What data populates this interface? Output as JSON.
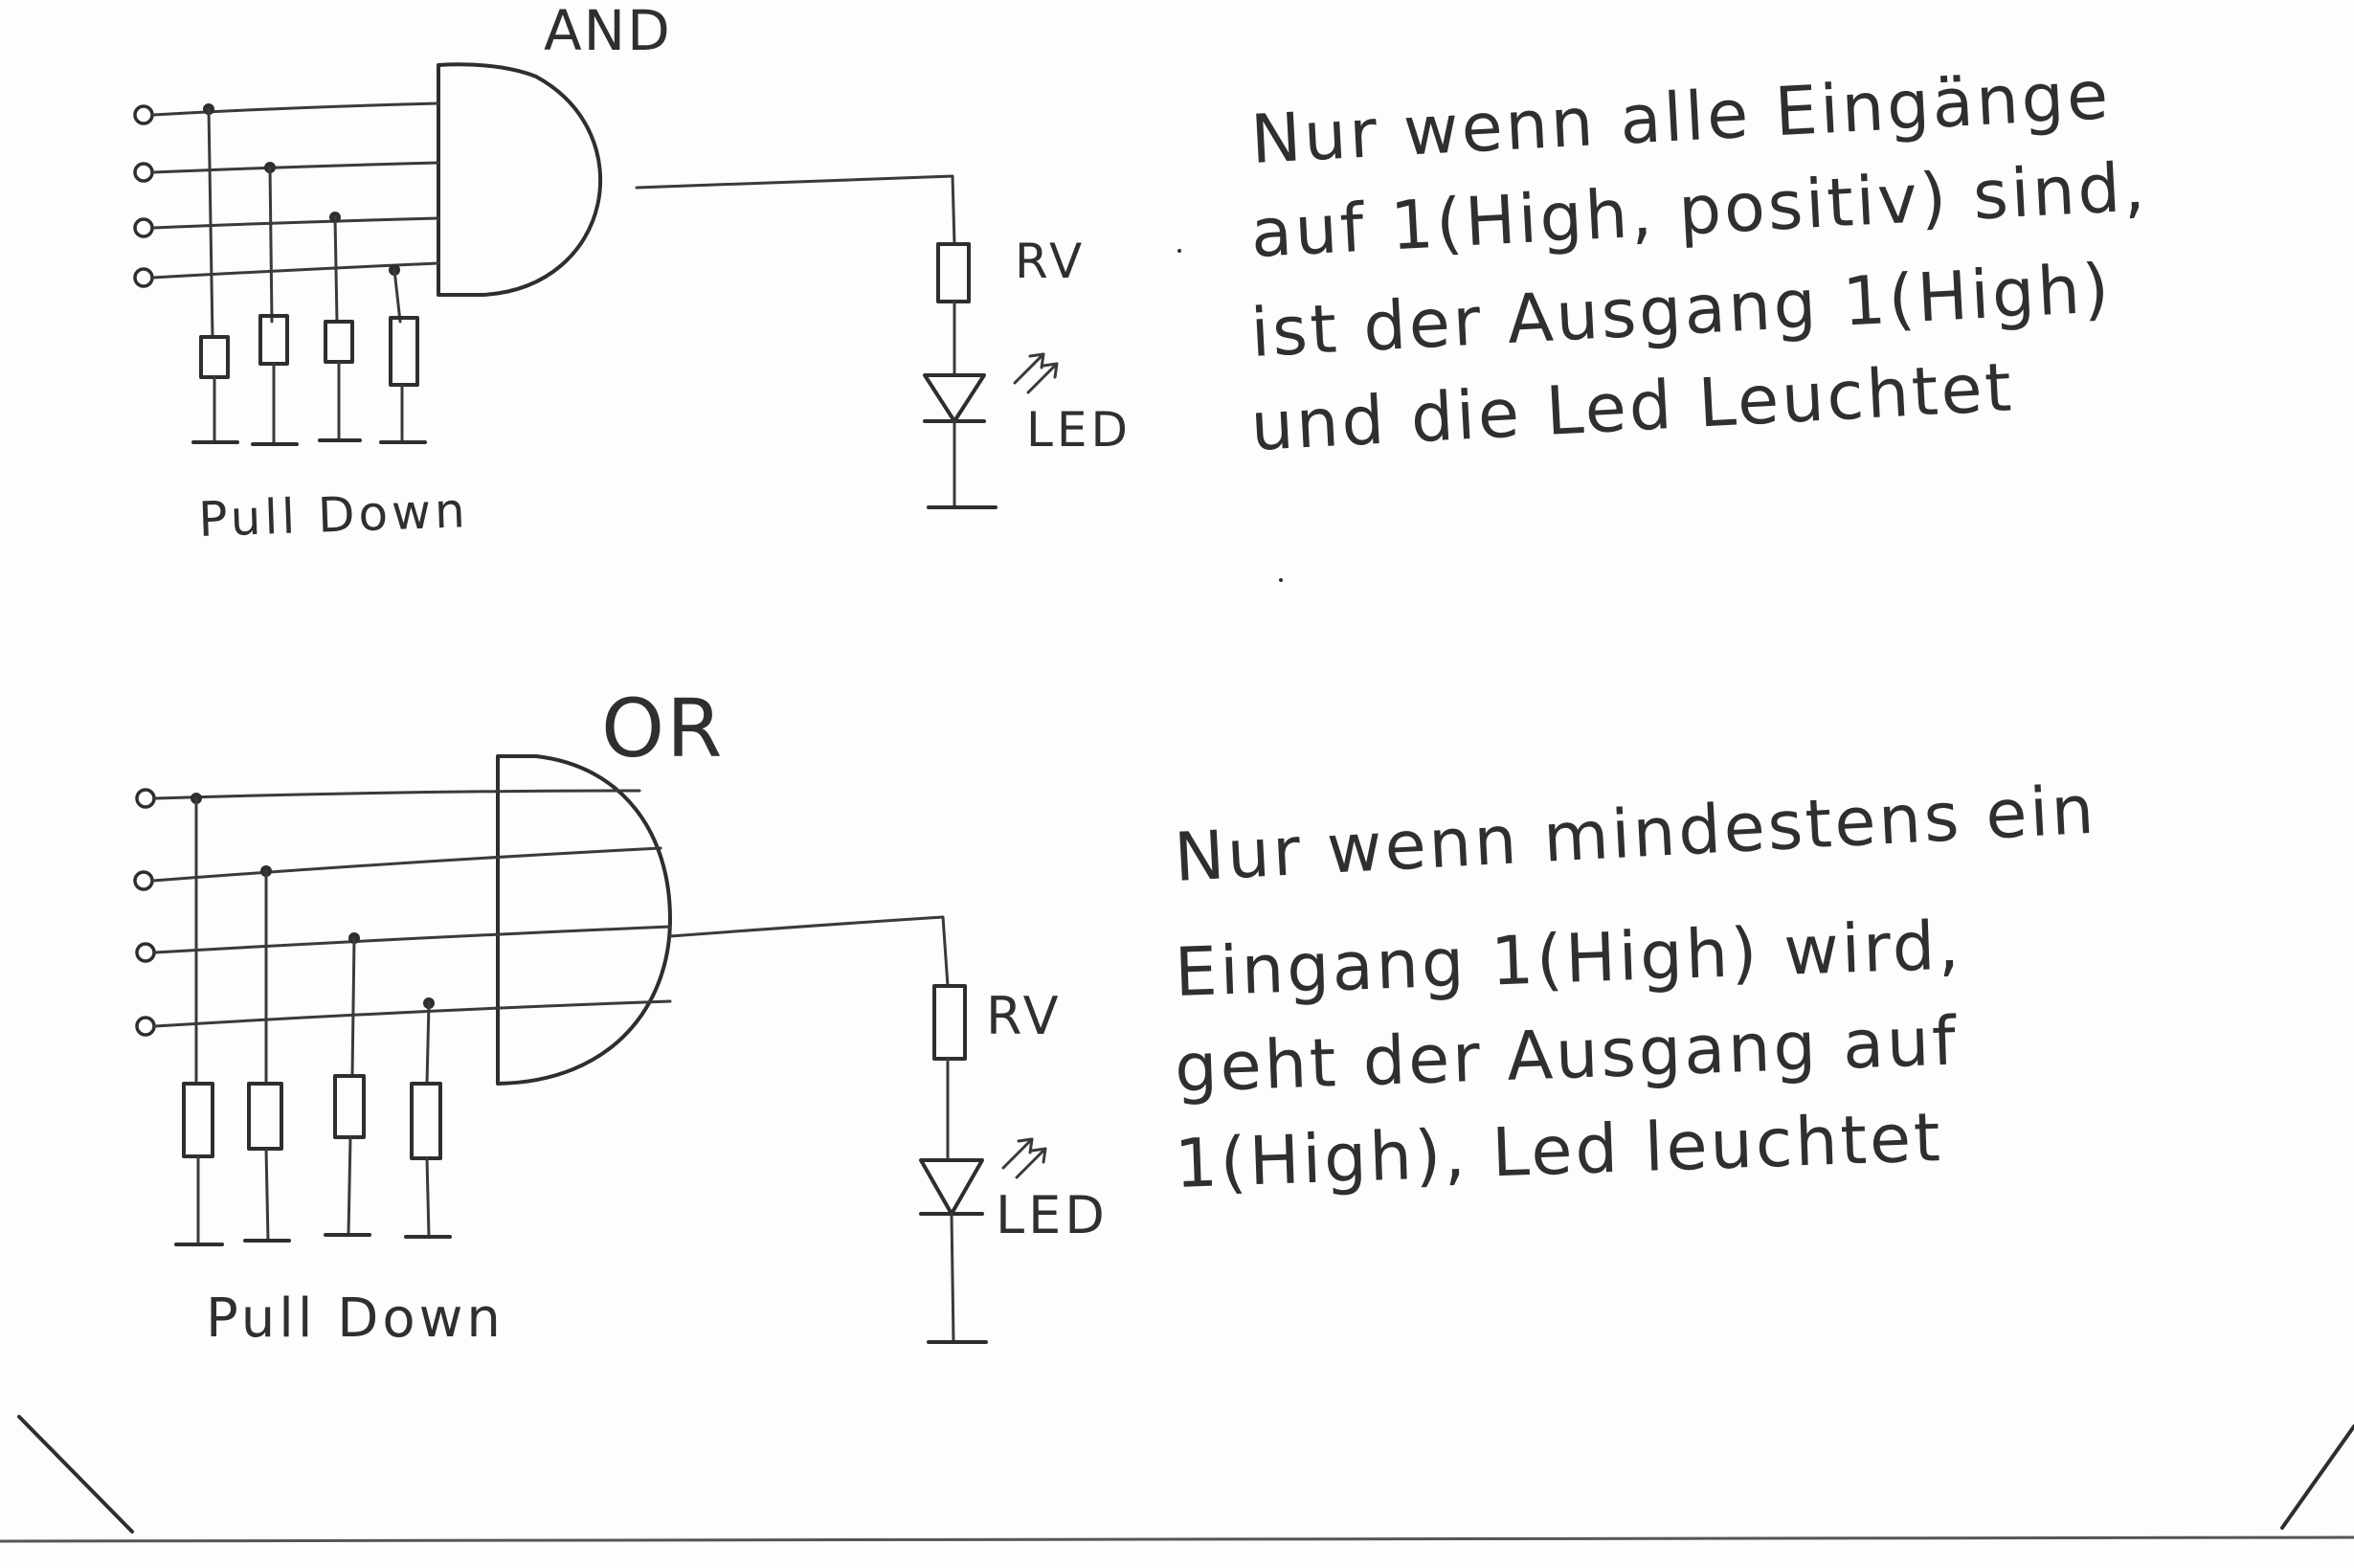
{
  "and_circuit": {
    "gate_label": "AND",
    "resistor_label": "RV",
    "led_label": "LED",
    "pull_down_label": "Pull Down",
    "description_lines": [
      "Nur wenn alle Eingänge",
      "auf 1(High, positiv) sind,",
      "ist der Ausgang 1(High)",
      "und die Led Leuchtet"
    ]
  },
  "or_circuit": {
    "gate_label": "OR",
    "resistor_label": "RV",
    "led_label": "LED",
    "pull_down_label": "Pull Down",
    "description_lines": [
      "Nur wenn mindestens ein",
      "Eingang 1(High) wird,",
      "geht der Ausgang auf",
      "1(High), Led leuchtet"
    ]
  }
}
